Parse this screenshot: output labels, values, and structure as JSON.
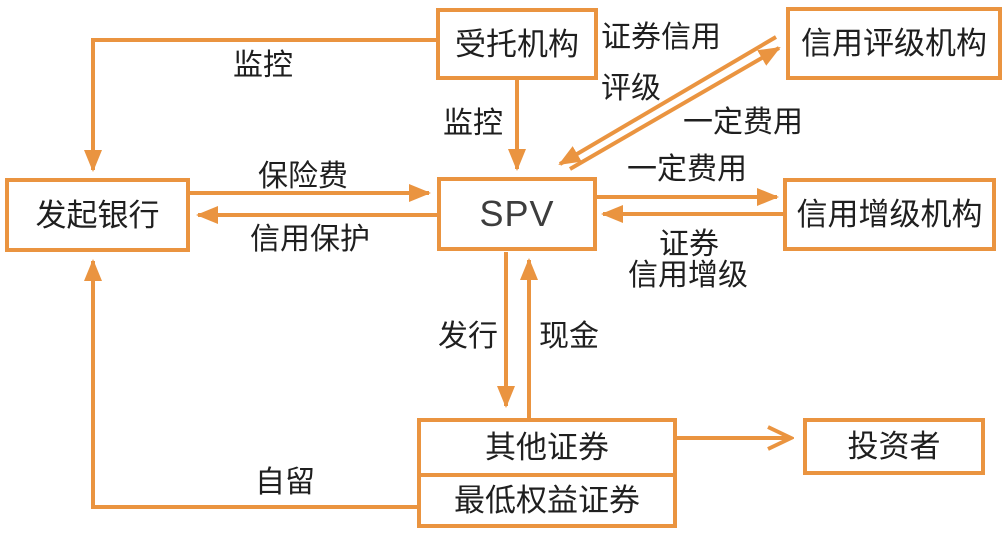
{
  "diagram_title": "asset-securitization-structure",
  "colors": {
    "accent": "#EA9440",
    "text": "#1F1F1F",
    "background": "#FFFFFF"
  },
  "nodes": {
    "originating_bank": {
      "label": "发起银行"
    },
    "trustee": {
      "label": "受托机构"
    },
    "rating_agency": {
      "label": "信用评级机构"
    },
    "spv": {
      "label": "SPV"
    },
    "enhancement_agency": {
      "label": "信用增级机构"
    },
    "other_securities": {
      "label": "其他证券"
    },
    "lowest_equity_securities": {
      "label": "最低权益证券"
    },
    "investors": {
      "label": "投资者"
    }
  },
  "edges": {
    "monitor_bank": {
      "from": "trustee",
      "to": "originating_bank",
      "label": "监控"
    },
    "monitor_spv": {
      "from": "trustee",
      "to": "spv",
      "label": "监控"
    },
    "rating_service": {
      "from": "rating_agency",
      "to": "spv",
      "label": "证券信用评级",
      "label_line1": "证券信用",
      "label_line2": "评级"
    },
    "rating_fee": {
      "from": "spv",
      "to": "rating_agency",
      "label": "一定费用"
    },
    "insurance_premium": {
      "from": "originating_bank",
      "to": "spv",
      "label": "保险费"
    },
    "credit_protection": {
      "from": "spv",
      "to": "originating_bank",
      "label": "信用保护"
    },
    "enhancement_fee": {
      "from": "spv",
      "to": "enhancement_agency",
      "label": "一定费用"
    },
    "enhancement_service": {
      "from": "enhancement_agency",
      "to": "spv",
      "label": "证券信用增级",
      "label_line1": "证券",
      "label_line2": "信用增级"
    },
    "issue": {
      "from": "spv",
      "to": "other_securities",
      "label": "发行"
    },
    "cash": {
      "from": "other_securities",
      "to": "spv",
      "label": "现金"
    },
    "sell_to_investors": {
      "from": "other_securities",
      "to": "investors",
      "label": ""
    },
    "self_retain": {
      "from": "lowest_equity_securities",
      "to": "originating_bank",
      "label": "自留"
    }
  }
}
